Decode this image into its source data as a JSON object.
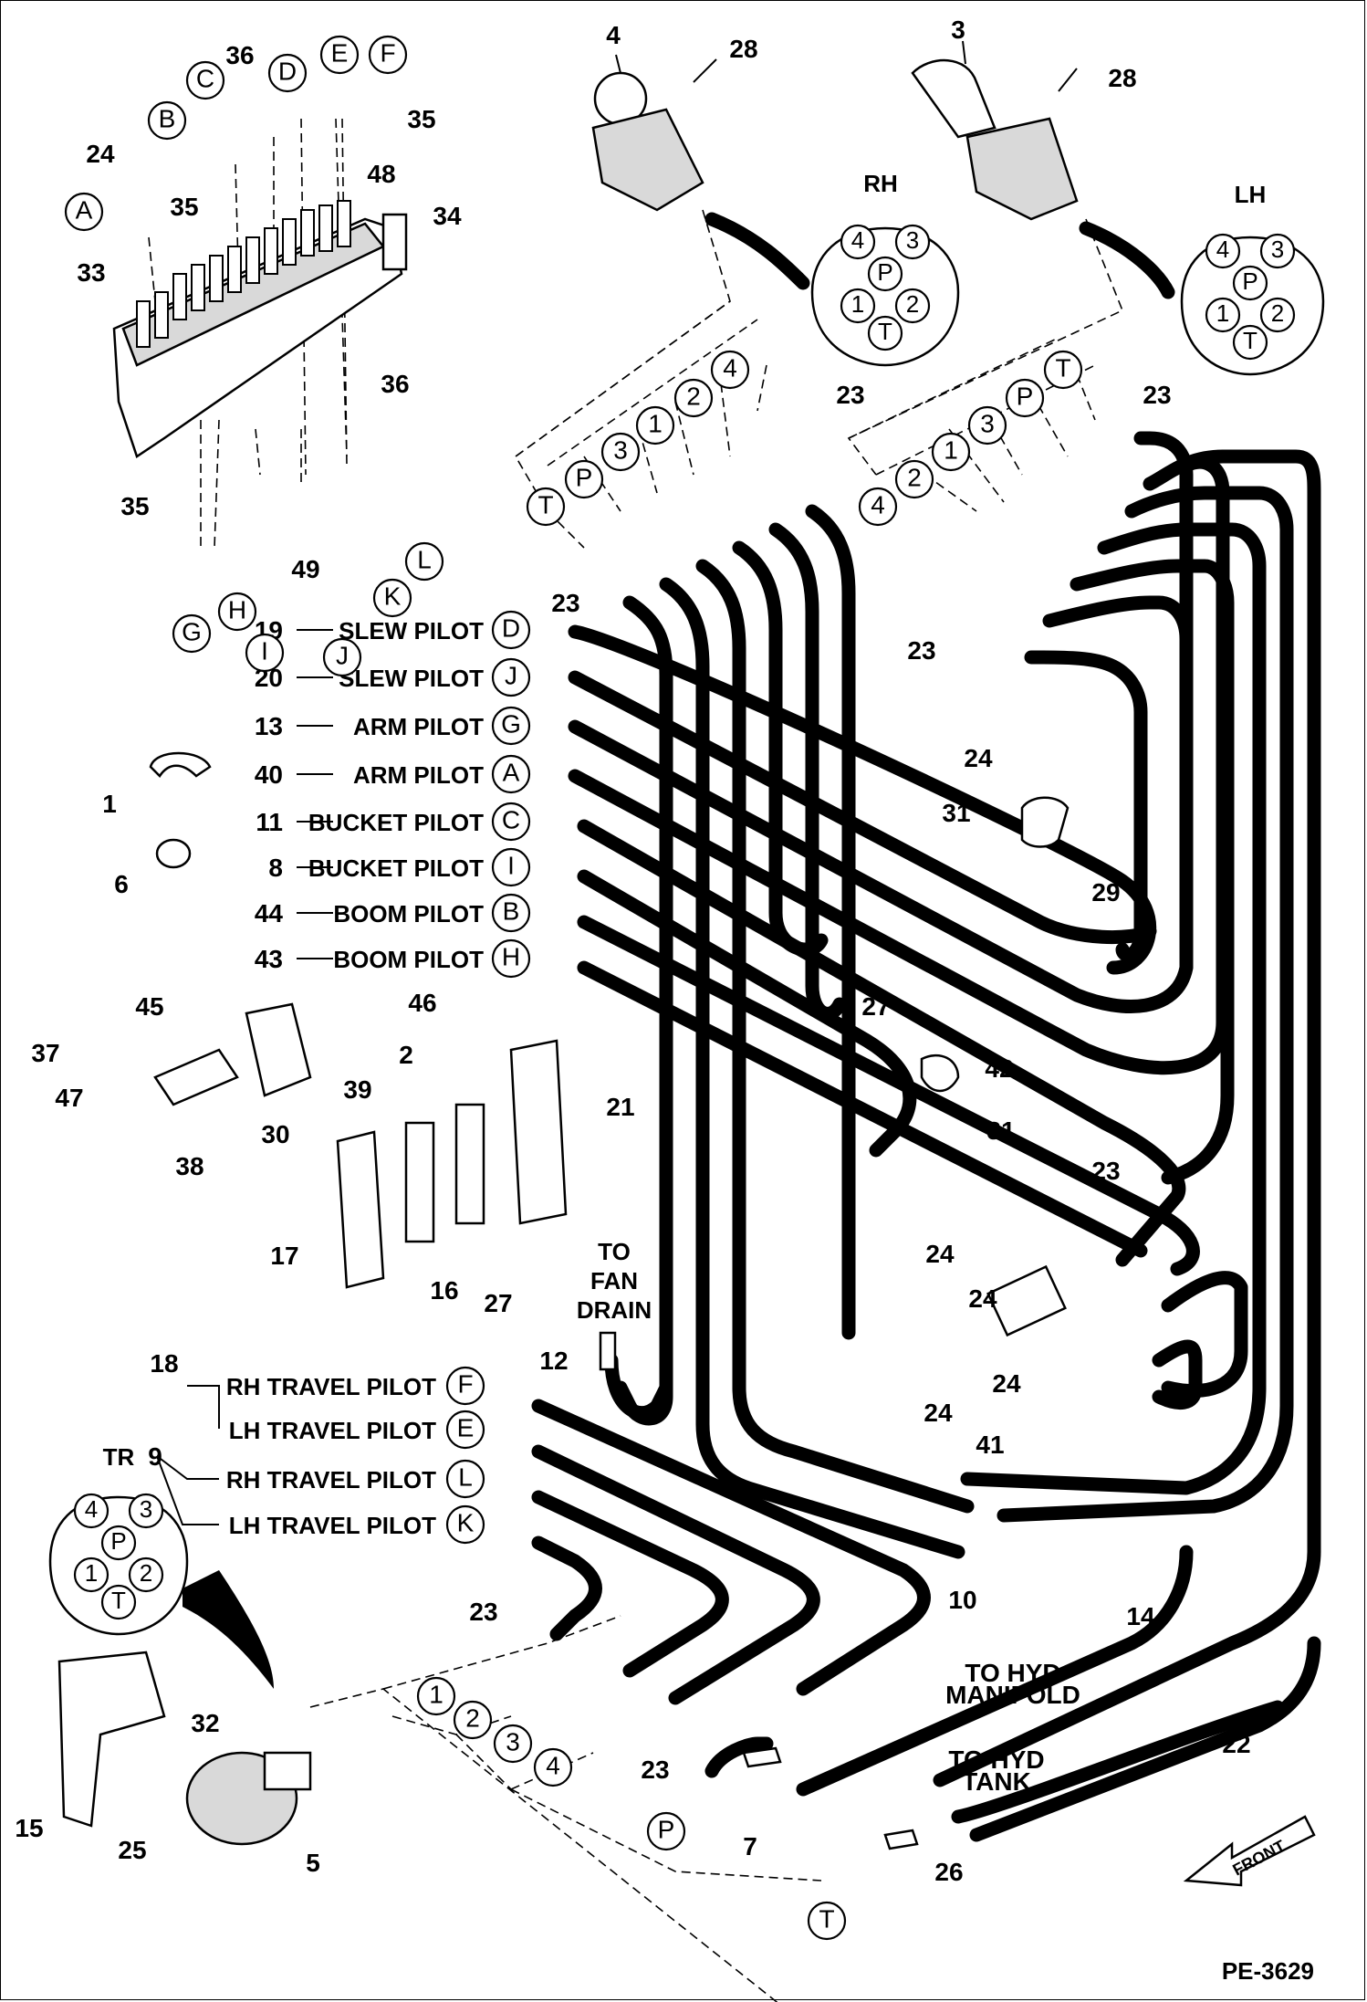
{
  "drawing_id": "PE-3629",
  "pattern_labels": {
    "rh": "RH",
    "lh": "LH",
    "tr": "TR"
  },
  "pattern_pins": [
    "4",
    "3",
    "P",
    "1",
    "2",
    "T"
  ],
  "hose_callouts": [
    {
      "num": "19",
      "text": "SLEW PILOT",
      "letter": "D"
    },
    {
      "num": "20",
      "text": "SLEW PILOT",
      "letter": "J"
    },
    {
      "num": "13",
      "text": "ARM PILOT",
      "letter": "G"
    },
    {
      "num": "40",
      "text": "ARM PILOT",
      "letter": "A"
    },
    {
      "num": "11",
      "text": "BUCKET PILOT",
      "letter": "C"
    },
    {
      "num": "8",
      "text": "BUCKET PILOT",
      "letter": "I"
    },
    {
      "num": "44",
      "text": "BOOM PILOT",
      "letter": "B"
    },
    {
      "num": "43",
      "text": "BOOM PILOT",
      "letter": "H"
    }
  ],
  "travel_callouts": [
    {
      "num": "18",
      "text": "RH TRAVEL PILOT",
      "letter": "F"
    },
    {
      "text": "LH TRAVEL PILOT",
      "letter": "E"
    },
    {
      "num": "9",
      "text": "RH TRAVEL PILOT",
      "letter": "L"
    },
    {
      "text": "LH TRAVEL PILOT",
      "letter": "K"
    }
  ],
  "valve_letters": [
    "A",
    "B",
    "C",
    "D",
    "E",
    "F",
    "G",
    "H",
    "I",
    "J",
    "K",
    "L"
  ],
  "port_letters": {
    "rh": [
      "T",
      "P",
      "3",
      "1",
      "2",
      "4"
    ],
    "lh": [
      "4",
      "2",
      "1",
      "3",
      "P",
      "T"
    ],
    "tr": [
      "1",
      "2",
      "3",
      "4",
      "P",
      "T"
    ]
  },
  "part_numbers": [
    "1",
    "2",
    "3",
    "4",
    "5",
    "6",
    "7",
    "10",
    "12",
    "14",
    "15",
    "16",
    "17",
    "21",
    "22",
    "23",
    "24",
    "25",
    "26",
    "27",
    "28",
    "29",
    "30",
    "31",
    "32",
    "33",
    "34",
    "35",
    "36",
    "37",
    "38",
    "39",
    "41",
    "42",
    "45",
    "46",
    "47",
    "48",
    "49"
  ],
  "notes": {
    "fan_drain": [
      "TO",
      "FAN",
      "DRAIN"
    ],
    "hyd_manifold": [
      "TO HYD",
      "MANIFOLD"
    ],
    "hyd_tank": [
      "TO HYD",
      "TANK"
    ],
    "front": "FRONT"
  }
}
